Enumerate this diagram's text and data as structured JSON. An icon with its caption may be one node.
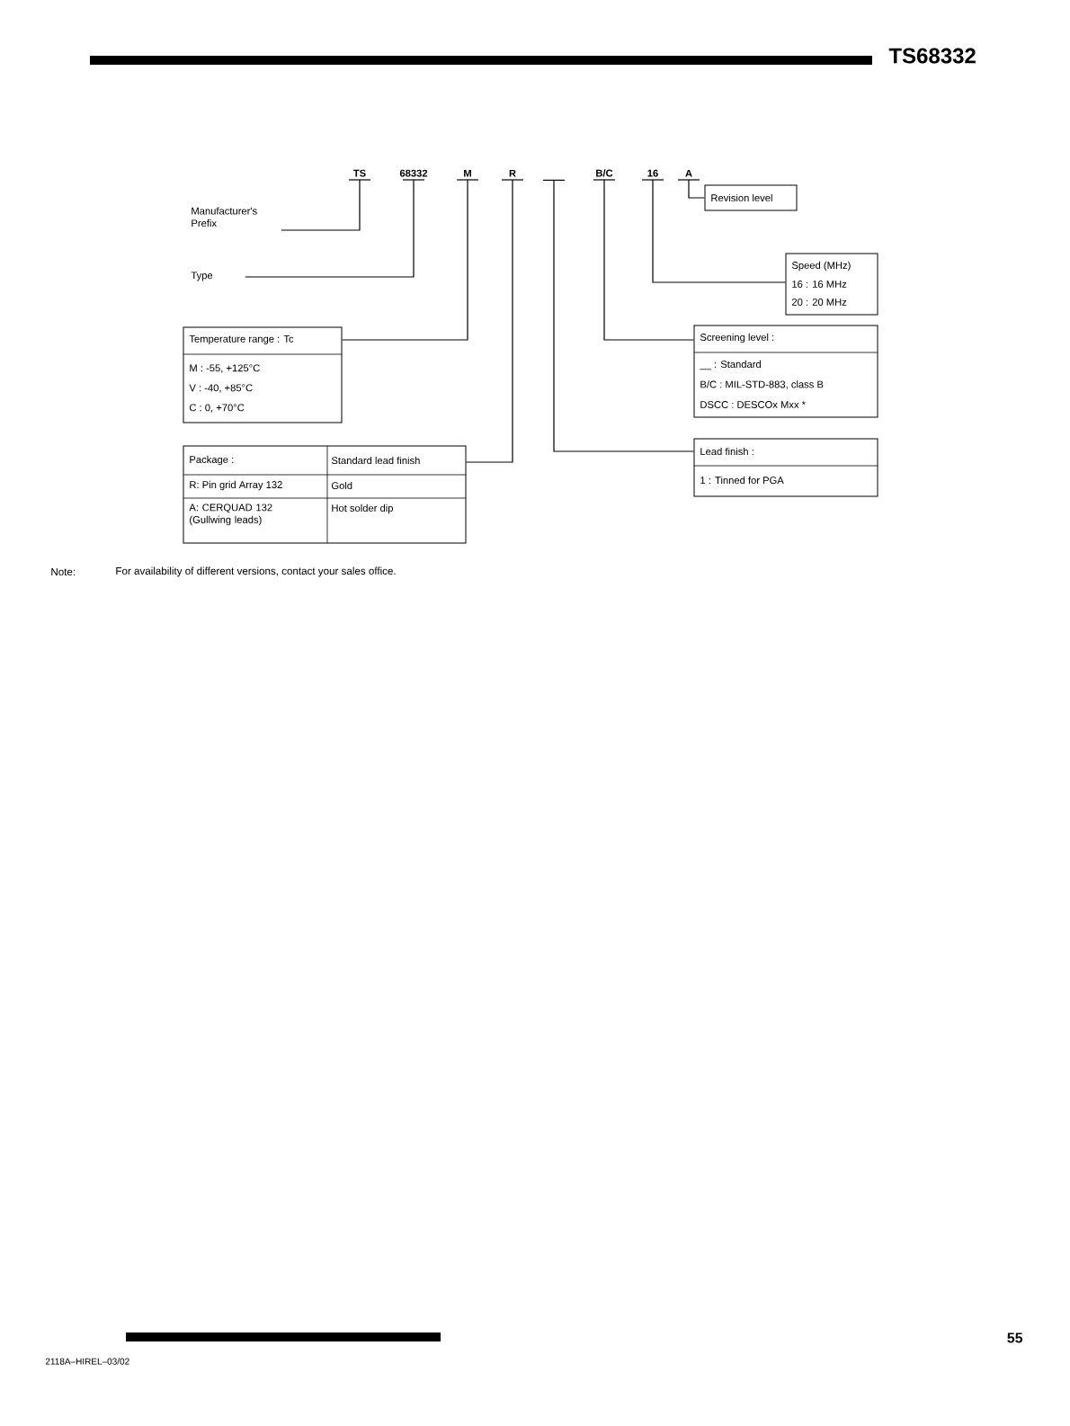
{
  "diagram": {
    "nodes": [
      {
        "text": [
          "TS"
        ]
      },
      {
        "text": [
          "68332"
        ]
      },
      {
        "text": [
          "M"
        ]
      },
      {
        "text": [
          "R"
        ]
      },
      {
        "text": [],
        "shape": "bar"
      },
      {
        "text": [
          "B/C"
        ]
      },
      {
        "text": [
          "16"
        ]
      },
      {
        "text": [
          "A"
        ]
      },
      {
        "text": [
          "Manufacturer's Prefix"
        ]
      },
      {
        "text": [
          "Type"
        ]
      },
      {
        "text": [
          "Revision level"
        ]
      },
      {
        "text": [
          "Speed (MHz)",
          "16 : 16 MHz",
          "20 : 20 MHz"
        ]
      },
      {
        "text": [
          "Temperature range : Tc",
          "M : -55, +125°C",
          "V : -40, +85°C",
          "C : 0, +70°C"
        ]
      },
      {
        "text": [
          "Package :",
          "Standard lead finish",
          "R: Pin grid Array 132",
          "Gold",
          "A: CERQUAD 132 (Gullwing leads)",
          "Hot solder dip"
        ]
      },
      {
        "text": [
          "Screening level :",
          "__ : Standard",
          "B/C : MIL-STD-883, class B",
          "DSCC : DESCOx Mxx *"
        ]
      },
      {
        "text": [
          "Lead finish :",
          "1 : Tinned for PGA"
        ]
      }
    ],
    "edges": [
      {
        "from": 0,
        "to": 8,
        "arrow": "none"
      },
      {
        "from": 1,
        "to": 9,
        "arrow": "none"
      },
      {
        "from": 2,
        "to": 12,
        "arrow": "none"
      },
      {
        "from": 3,
        "to": 13,
        "arrow": "none"
      },
      {
        "from": 4,
        "to": 15,
        "arrow": "none"
      },
      {
        "from": 5,
        "to": 14,
        "arrow": "none"
      },
      {
        "from": 6,
        "to": 11,
        "arrow": "none"
      },
      {
        "from": 7,
        "to": 10,
        "arrow": "none"
      }
    ],
    "labels": [
      "TS68332",
      "Note:",
      "For availability of different versions, contact your sales office.",
      "2118A–HIREL–03/02",
      "55"
    ]
  }
}
